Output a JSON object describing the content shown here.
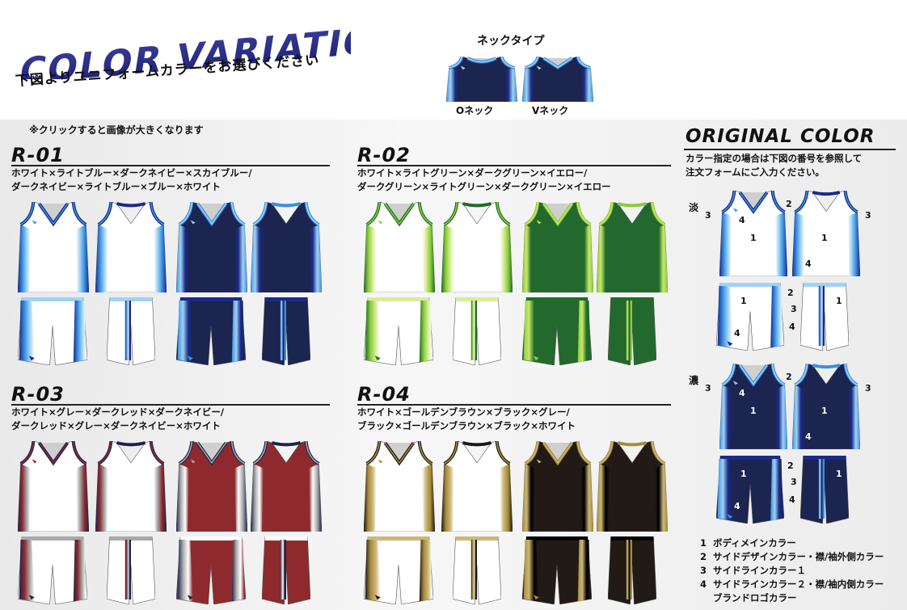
{
  "header": {
    "title": "COLOR VARIATION",
    "subtitle": "下図よりユニフォームカラーをお選びください",
    "neck": {
      "title": "ネックタイプ",
      "options": [
        {
          "label": "Oネック",
          "type": "o"
        },
        {
          "label": "Vネック",
          "type": "v"
        }
      ]
    }
  },
  "note": "※クリックすると画像が大きくなります",
  "sets": [
    {
      "code": "R-01",
      "desc1": "ホワイト×ライトブルー×ダークネイビー×スカイブルー/",
      "desc2": "ダークネイビー×ライトブルー×ブルー×ホワイト",
      "light": {
        "body": "#ffffff",
        "side": "#1a2a8a",
        "trim": "#3a8fe0",
        "accent": "#9fd3f5"
      },
      "dark": {
        "body": "#1c2450",
        "side": "#3a8fe0",
        "trim": "#9fd3f5",
        "accent": "#1a2a8a"
      }
    },
    {
      "code": "R-02",
      "desc1": "ホワイト×ライトグリーン×ダークグリーン×イエロー/",
      "desc2": "ダークグリーン×ライトグリーン×ダークグリーン×イエロー",
      "light": {
        "body": "#ffffff",
        "side": "#1f6b2a",
        "trim": "#8ccc3c",
        "accent": "#d8ee9a"
      },
      "dark": {
        "body": "#23692e",
        "side": "#8ccc3c",
        "trim": "#c9e86a",
        "accent": "#1f6b2a"
      }
    },
    {
      "code": "R-03",
      "desc1": "ホワイト×グレー×ダークレッド×ダークネイビー/",
      "desc2": "ダークレッド×グレー×ダークネイビー×ホワイト",
      "light": {
        "body": "#ffffff",
        "side": "#1c2450",
        "trim": "#8e2a2e",
        "accent": "#a9a9a9"
      },
      "dark": {
        "body": "#8e2a2e",
        "side": "#1c2450",
        "trim": "#a9a9a9",
        "accent": "#ffffff"
      }
    },
    {
      "code": "R-04",
      "desc1": "ホワイト×ゴールデンブラウン×ブラック×グレー/",
      "desc2": "ブラック×ゴールデンブラウン×ブラック×ホワイト",
      "light": {
        "body": "#ffffff",
        "side": "#1a1a1a",
        "trim": "#a88a3a",
        "accent": "#cbb878"
      },
      "dark": {
        "body": "#211a16",
        "side": "#a88a3a",
        "trim": "#cbb878",
        "accent": "#000000"
      }
    }
  ],
  "original": {
    "title": "ORIGINAL COLOR",
    "desc1": "カラー指定の場合は下図の番号を参照して",
    "desc2": "注文フォームにご入力ください。",
    "light_label": "淡",
    "dark_label": "濃",
    "numbers": [
      "1",
      "2",
      "3",
      "4"
    ],
    "legend": [
      {
        "n": "1",
        "text": "ボディメインカラー"
      },
      {
        "n": "2",
        "text": "サイドデザインカラー・襟/袖外側カラー"
      },
      {
        "n": "3",
        "text": "サイドラインカラー１"
      },
      {
        "n": "4",
        "text": "サイドラインカラー２・襟/袖内側カラー"
      }
    ],
    "legend_extra": "ブランドロゴカラー",
    "light": {
      "body": "#ffffff",
      "side": "#1a2a8a",
      "trim": "#3a8fe0",
      "accent": "#9fd3f5"
    },
    "dark": {
      "body": "#1c2450",
      "side": "#3a8fe0",
      "trim": "#9fd3f5",
      "accent": "#1a2a8a"
    }
  }
}
